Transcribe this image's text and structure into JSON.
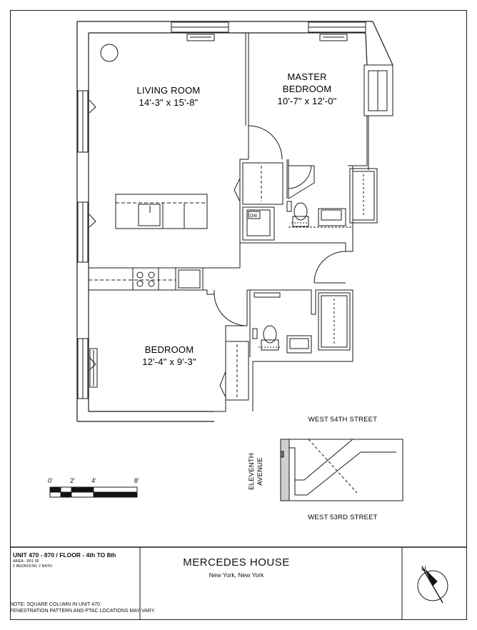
{
  "rooms": {
    "living": {
      "name": "LIVING ROOM",
      "dims": "14'-3\" x 15'-8\""
    },
    "master": {
      "name_line1": "MASTER",
      "name_line2": "BEDROOM",
      "dims": "10'-7\" x 12'-0\""
    },
    "bedroom": {
      "name": "BEDROOM",
      "dims": "12'-4\" x 9'-3\""
    }
  },
  "appliance_label": "DW",
  "streets": {
    "north": "WEST 54TH STREET",
    "south": "WEST 53RD STREET",
    "avenue_line1": "ELEVENTH",
    "avenue_line2": "AVENUE"
  },
  "scale": {
    "labels": [
      "0'",
      "2'",
      "4'",
      "8'"
    ]
  },
  "title_block": {
    "unit": "UNIT 470 - 870 / FLOOR - 4th TO 8th",
    "area": "AREA - 891 SF",
    "rooms": "2 BEDROOM, 2 BATH",
    "note_line1": "NOTE:  SQUARE COLUMN IN UNIT 470",
    "note_line2": "FENESTRATION PATTERN AND PTAC LOCATIONS MAY VARY.",
    "building": "MERCEDES HOUSE",
    "location": "New York, New York",
    "north_label": "N"
  }
}
